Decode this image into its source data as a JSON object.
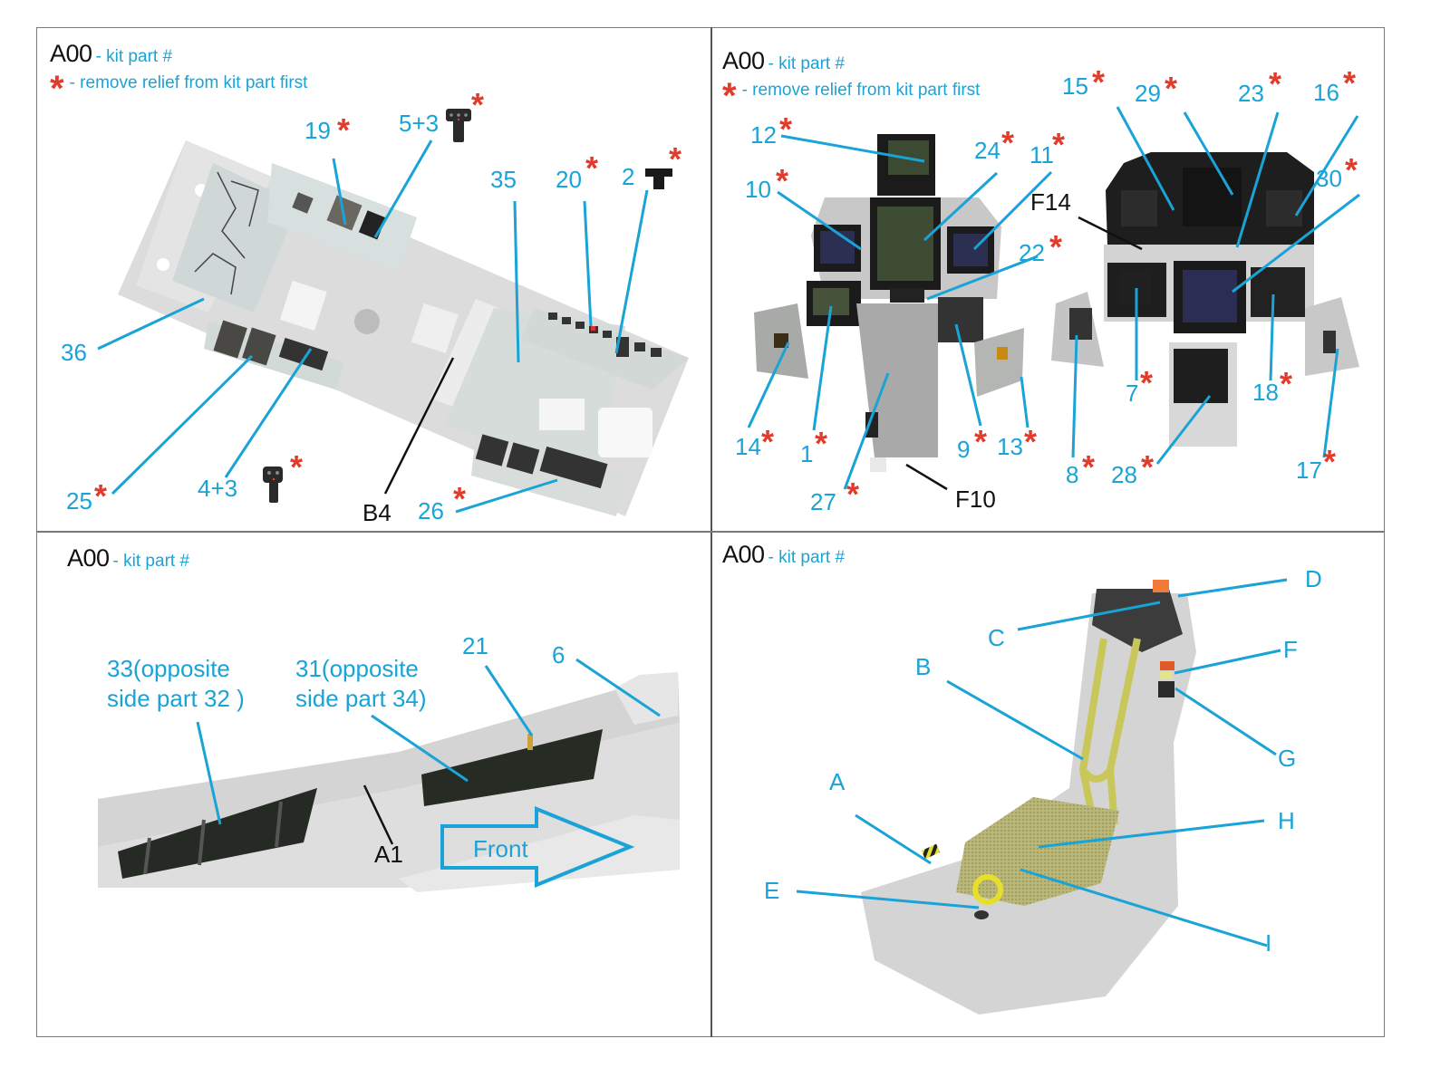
{
  "legend": {
    "kit_code": "A00",
    "kit_desc": "- kit part #",
    "asterisk": "*",
    "asterisk_desc": "- remove relief from kit part first"
  },
  "colors": {
    "label_blue": "#1aa3d6",
    "asterisk_red": "#e23b2b",
    "kit_black": "#111111",
    "frame_gray": "#7a7a7a"
  },
  "panels": {
    "top_left": {
      "title": "Side consoles / tub",
      "labels": {
        "p19": "19",
        "p5_3": "5+3",
        "p35": "35",
        "p20": "20",
        "p2": "2",
        "p36": "36",
        "p25": "25",
        "p4_3": "4+3",
        "pB4": "B4",
        "p26": "26"
      },
      "icons": [
        "stick-grip-icon-5+3",
        "throttle-t-icon-2",
        "stick-grip-icon-4+3"
      ]
    },
    "top_right": {
      "labels": {
        "p12": "12",
        "p10": "10",
        "p24": "24",
        "p11": "11",
        "pF14": "F14",
        "p22": "22",
        "p15": "15",
        "p29": "29",
        "p23": "23",
        "p16": "16",
        "p30": "30",
        "p14": "14",
        "p1": "1",
        "p27": "27",
        "pF10": "F10",
        "p9": "9",
        "p13": "13",
        "p8": "8",
        "p7": "7",
        "p28": "28",
        "p18": "18",
        "p17": "17"
      }
    },
    "bottom_left": {
      "labels": {
        "p33": "33(opposite",
        "p33b": "side part 32 )",
        "p31": "31(opposite",
        "p31b": "side part 34)",
        "p21": "21",
        "p6": "6",
        "pA1": "A1",
        "front": "Front"
      }
    },
    "bottom_right": {
      "labels": {
        "A": "A",
        "B": "B",
        "C": "C",
        "D": "D",
        "E": "E",
        "F": "F",
        "G": "G",
        "H": "H",
        "I": "I"
      }
    }
  }
}
